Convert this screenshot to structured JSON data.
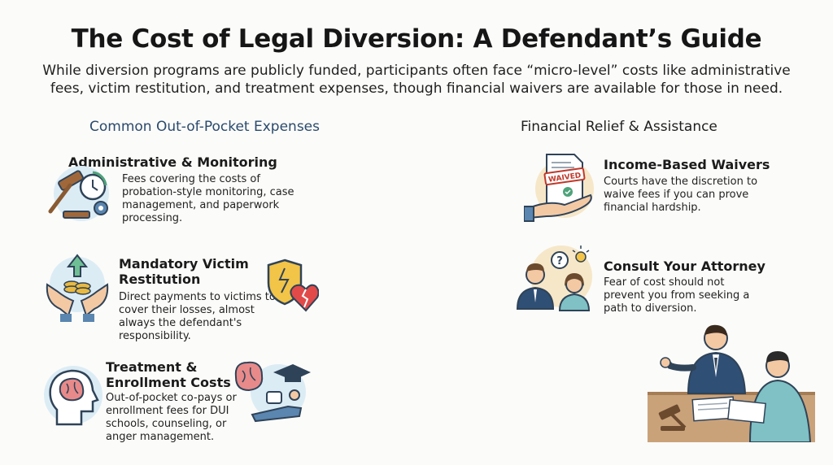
{
  "header": {
    "title": "The Cost of Legal Diversion: A Defendant’s Guide",
    "subtitle": "While diversion programs are publicly funded, participants often face “micro-level” costs like administrative fees, victim restitution, and treatment expenses, though financial waivers are available for those in need."
  },
  "expenses": {
    "heading": "Common Out-of-Pocket Expenses",
    "items": [
      {
        "title": "Administrative & Monitoring Fees",
        "desc": "Fees covering the costs of probation-style monitoring, case management, and paperwork processing.",
        "icon": "gavel-clock-gear-icon"
      },
      {
        "title": "Mandatory Victim Restitution",
        "desc": "Direct payments to victims to cover their losses, almost always the defendant's responsibility.",
        "icon": "hands-coins-icon"
      },
      {
        "title": "Treatment & Enrollment Costs",
        "desc": "Out-of-pocket co-pays or enrollment fees for DUI schools, counseling, or anger management.",
        "icon": "head-brain-icon"
      }
    ]
  },
  "relief": {
    "heading": "Financial Relief & Assistance",
    "items": [
      {
        "title": "Income-Based Waivers",
        "desc": "Courts have the discretion to waive fees if you can prove financial hardship.",
        "icon": "waived-document-icon",
        "stamp": "WAIVED"
      },
      {
        "title": "Consult Your Attorney",
        "desc": "Fear of cost should not prevent you from seeking a path to diversion.",
        "icon": "people-question-icon"
      }
    ]
  },
  "colors": {
    "accent": "#2a4a6e",
    "icon_bg": "#dcecf5",
    "warm_bg": "#f6e7c8"
  }
}
